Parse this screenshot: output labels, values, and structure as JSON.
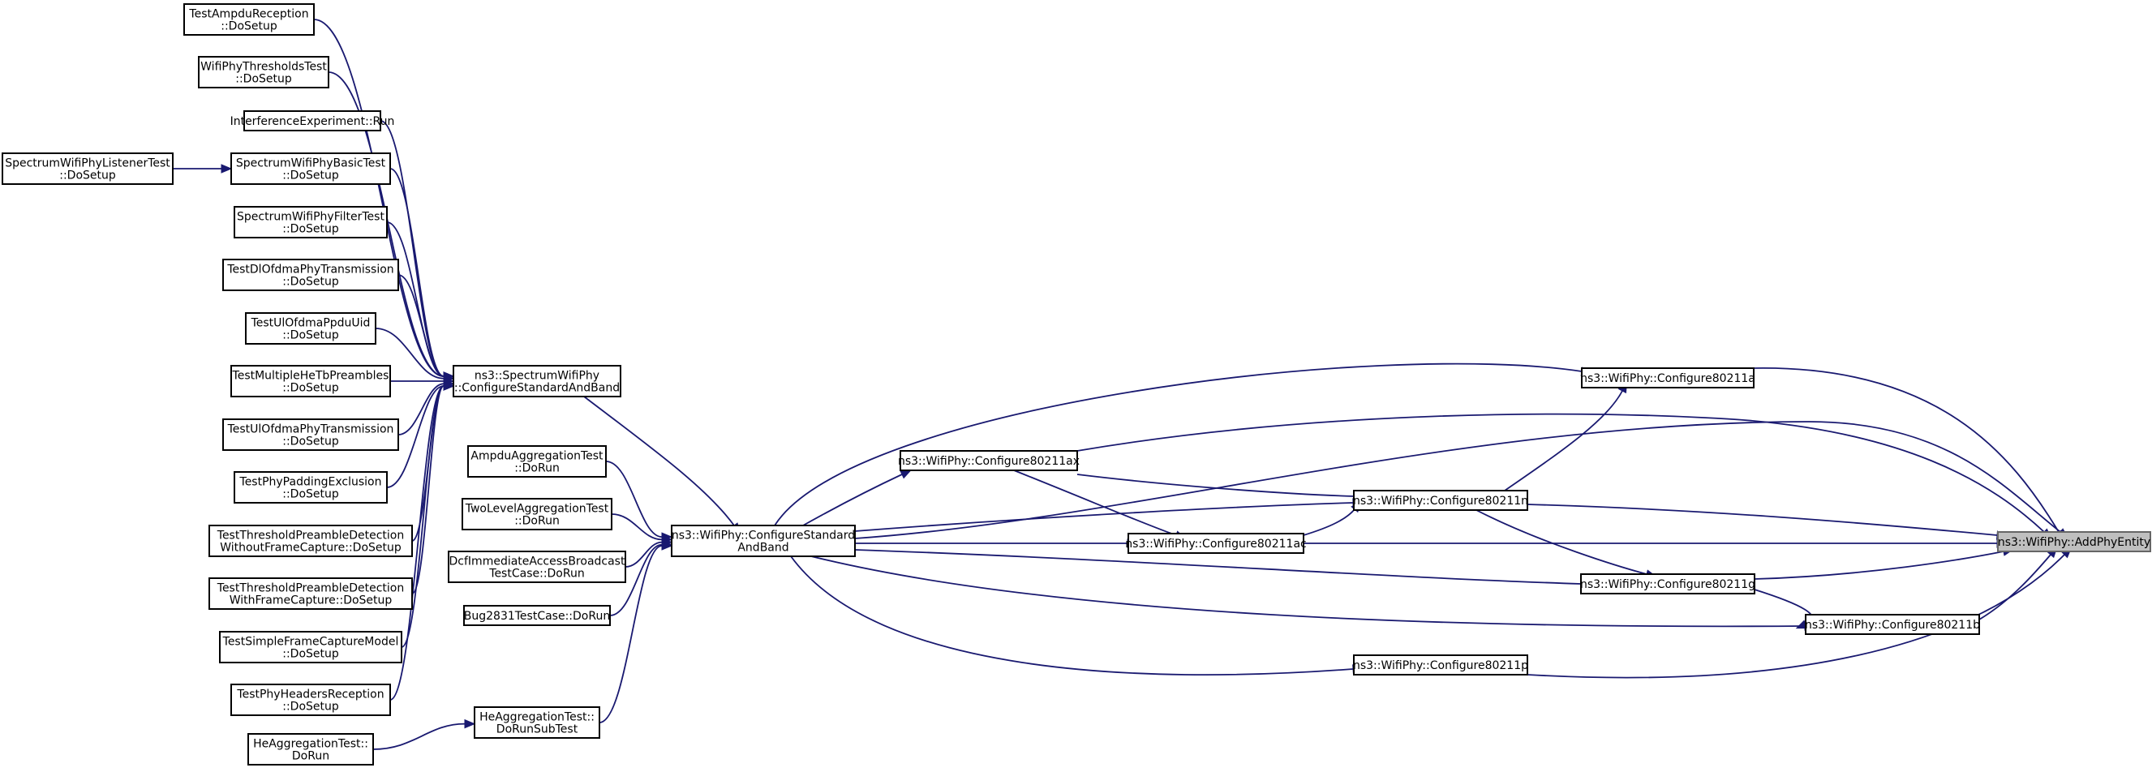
{
  "colors": {
    "edge": "#191970",
    "node_border": "#000000",
    "root_fill": "#bfbfbf"
  },
  "nodes": [
    {
      "id": "ampdu_reception",
      "lines": [
        "TestAmpduReception",
        "::DoSetup"
      ]
    },
    {
      "id": "thresholds_test",
      "lines": [
        "WifiPhyThresholdsTest",
        "::DoSetup"
      ]
    },
    {
      "id": "interference_run",
      "lines": [
        "InterferenceExperiment::Run"
      ]
    },
    {
      "id": "listener_test",
      "lines": [
        "SpectrumWifiPhyListenerTest",
        "::DoSetup"
      ]
    },
    {
      "id": "basic_test",
      "lines": [
        "SpectrumWifiPhyBasicTest",
        "::DoSetup"
      ]
    },
    {
      "id": "filter_test",
      "lines": [
        "SpectrumWifiPhyFilterTest",
        "::DoSetup"
      ]
    },
    {
      "id": "dl_ofdma_tx",
      "lines": [
        "TestDlOfdmaPhyTransmission",
        "::DoSetup"
      ]
    },
    {
      "id": "ul_ppdu_uid",
      "lines": [
        "TestUlOfdmaPpduUid",
        "::DoSetup"
      ]
    },
    {
      "id": "multiple_tb",
      "lines": [
        "TestMultipleHeTbPreambles",
        "::DoSetup"
      ]
    },
    {
      "id": "ul_ofdma_tx",
      "lines": [
        "TestUlOfdmaPhyTransmission",
        "::DoSetup"
      ]
    },
    {
      "id": "padding_excl",
      "lines": [
        "TestPhyPaddingExclusion",
        "::DoSetup"
      ]
    },
    {
      "id": "thr_without",
      "lines": [
        "TestThresholdPreambleDetection",
        "WithoutFrameCapture::DoSetup"
      ]
    },
    {
      "id": "thr_with",
      "lines": [
        "TestThresholdPreambleDetection",
        "WithFrameCapture::DoSetup"
      ]
    },
    {
      "id": "simple_capture",
      "lines": [
        "TestSimpleFrameCaptureModel",
        "::DoSetup"
      ]
    },
    {
      "id": "headers_rx",
      "lines": [
        "TestPhyHeadersReception",
        "::DoSetup"
      ]
    },
    {
      "id": "spectrum_csab",
      "lines": [
        "ns3::SpectrumWifiPhy",
        "::ConfigureStandardAndBand"
      ]
    },
    {
      "id": "ampdu_agg",
      "lines": [
        "AmpduAggregationTest",
        "::DoRun"
      ]
    },
    {
      "id": "two_level",
      "lines": [
        "TwoLevelAggregationTest",
        "::DoRun"
      ]
    },
    {
      "id": "dcf_immediate",
      "lines": [
        "DcfImmediateAccessBroadcast",
        "TestCase::DoRun"
      ]
    },
    {
      "id": "bug2831",
      "lines": [
        "Bug2831TestCase::DoRun"
      ]
    },
    {
      "id": "he_agg_sub",
      "lines": [
        "HeAggregationTest::",
        "DoRunSubTest"
      ]
    },
    {
      "id": "he_agg_run",
      "lines": [
        "HeAggregationTest::",
        "DoRun"
      ]
    },
    {
      "id": "wifi_csab",
      "lines": [
        "ns3::WifiPhy::ConfigureStandard",
        "AndBand"
      ]
    },
    {
      "id": "cfg_ax",
      "lines": [
        "ns3::WifiPhy::Configure80211ax"
      ]
    },
    {
      "id": "cfg_ac",
      "lines": [
        "ns3::WifiPhy::Configure80211ac"
      ]
    },
    {
      "id": "cfg_n",
      "lines": [
        "ns3::WifiPhy::Configure80211n"
      ]
    },
    {
      "id": "cfg_p",
      "lines": [
        "ns3::WifiPhy::Configure80211p"
      ]
    },
    {
      "id": "cfg_a",
      "lines": [
        "ns3::WifiPhy::Configure80211a"
      ]
    },
    {
      "id": "cfg_g",
      "lines": [
        "ns3::WifiPhy::Configure80211g"
      ]
    },
    {
      "id": "cfg_b",
      "lines": [
        "ns3::WifiPhy::Configure80211b"
      ]
    },
    {
      "id": "add_phy_entity",
      "lines": [
        "ns3::WifiPhy::AddPhyEntity"
      ]
    }
  ],
  "edges": [
    [
      "listener_test",
      "basic_test"
    ],
    [
      "ampdu_reception",
      "spectrum_csab"
    ],
    [
      "thresholds_test",
      "spectrum_csab"
    ],
    [
      "interference_run",
      "spectrum_csab"
    ],
    [
      "basic_test",
      "spectrum_csab"
    ],
    [
      "filter_test",
      "spectrum_csab"
    ],
    [
      "dl_ofdma_tx",
      "spectrum_csab"
    ],
    [
      "ul_ppdu_uid",
      "spectrum_csab"
    ],
    [
      "multiple_tb",
      "spectrum_csab"
    ],
    [
      "ul_ofdma_tx",
      "spectrum_csab"
    ],
    [
      "padding_excl",
      "spectrum_csab"
    ],
    [
      "thr_without",
      "spectrum_csab"
    ],
    [
      "thr_with",
      "spectrum_csab"
    ],
    [
      "simple_capture",
      "spectrum_csab"
    ],
    [
      "headers_rx",
      "spectrum_csab"
    ],
    [
      "he_agg_run",
      "he_agg_sub"
    ],
    [
      "spectrum_csab",
      "wifi_csab"
    ],
    [
      "ampdu_agg",
      "wifi_csab"
    ],
    [
      "two_level",
      "wifi_csab"
    ],
    [
      "dcf_immediate",
      "wifi_csab"
    ],
    [
      "bug2831",
      "wifi_csab"
    ],
    [
      "he_agg_sub",
      "wifi_csab"
    ],
    [
      "wifi_csab",
      "cfg_a"
    ],
    [
      "wifi_csab",
      "cfg_ax"
    ],
    [
      "wifi_csab",
      "cfg_n"
    ],
    [
      "wifi_csab",
      "cfg_ac"
    ],
    [
      "wifi_csab",
      "cfg_g"
    ],
    [
      "wifi_csab",
      "cfg_b"
    ],
    [
      "wifi_csab",
      "cfg_p"
    ],
    [
      "wifi_csab",
      "add_phy_entity"
    ],
    [
      "cfg_ax",
      "cfg_n"
    ],
    [
      "cfg_ax",
      "cfg_ac"
    ],
    [
      "cfg_ax",
      "add_phy_entity"
    ],
    [
      "cfg_ac",
      "cfg_n"
    ],
    [
      "cfg_ac",
      "add_phy_entity"
    ],
    [
      "cfg_n",
      "cfg_a"
    ],
    [
      "cfg_n",
      "cfg_g"
    ],
    [
      "cfg_n",
      "add_phy_entity"
    ],
    [
      "cfg_a",
      "add_phy_entity"
    ],
    [
      "cfg_g",
      "cfg_b"
    ],
    [
      "cfg_g",
      "add_phy_entity"
    ],
    [
      "cfg_b",
      "add_phy_entity"
    ],
    [
      "cfg_p",
      "add_phy_entity"
    ]
  ]
}
